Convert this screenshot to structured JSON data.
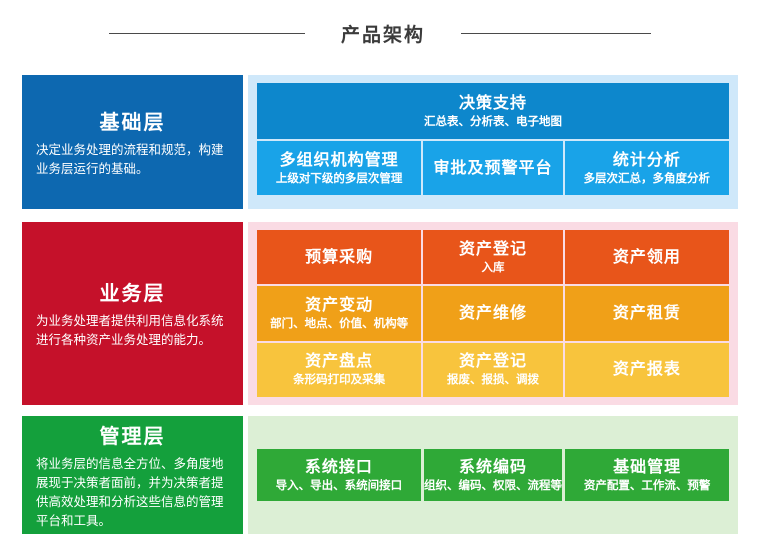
{
  "page": {
    "title": "产品架构"
  },
  "sections": [
    {
      "key": "foundation",
      "side": {
        "title": "基础层",
        "desc": "决定业务处理的流程和规范，构建业务层运行的基础。",
        "color": "#0d68b0"
      },
      "header": {
        "title": "决策支持",
        "sub": "汇总表、分析表、电子地图",
        "color": "#0d87cc"
      },
      "cells": [
        {
          "title": "多组织机构管理",
          "sub": "上级对下级的多层次管理"
        },
        {
          "title": "审批及预警平台",
          "sub": ""
        },
        {
          "title": "统计分析",
          "sub": "多层次汇总，多角度分析"
        }
      ],
      "cell_color": "#19a3e8",
      "bg_color": "#cfe8fa"
    },
    {
      "key": "business",
      "side": {
        "title": "业务层",
        "desc": "为业务处理者提供利用信息化系统进行各种资产业务处理的能力。",
        "color": "#c5112a"
      },
      "rows": [
        {
          "color": "#e8551a",
          "cells": [
            {
              "title": "预算采购",
              "sub": ""
            },
            {
              "title": "资产登记",
              "sub": "入库"
            },
            {
              "title": "资产领用",
              "sub": ""
            }
          ]
        },
        {
          "color": "#f0a018",
          "cells": [
            {
              "title": "资产变动",
              "sub": "部门、地点、价值、机构等"
            },
            {
              "title": "资产维修",
              "sub": ""
            },
            {
              "title": "资产租赁",
              "sub": ""
            }
          ]
        },
        {
          "color": "#f8c43d",
          "cells": [
            {
              "title": "资产盘点",
              "sub": "条形码打印及采集"
            },
            {
              "title": "资产登记",
              "sub": "报废、报损、调拨"
            },
            {
              "title": "资产报表",
              "sub": ""
            }
          ]
        }
      ],
      "bg_color": "#fadbe4"
    },
    {
      "key": "management",
      "side": {
        "title": "管理层",
        "desc": "将业务层的信息全方位、多角度地展现于决策者面前，并为决策者提供高效处理和分析这些信息的管理平台和工具。",
        "color": "#14a03c"
      },
      "cells": [
        {
          "title": "系统接口",
          "sub": "导入、导出、系统间接口"
        },
        {
          "title": "系统编码",
          "sub": "组织、编码、权限、流程等"
        },
        {
          "title": "基础管理",
          "sub": "资产配置、工作流、预警"
        }
      ],
      "cell_color": "#2fa937",
      "bg_color": "#dcefd5"
    }
  ]
}
